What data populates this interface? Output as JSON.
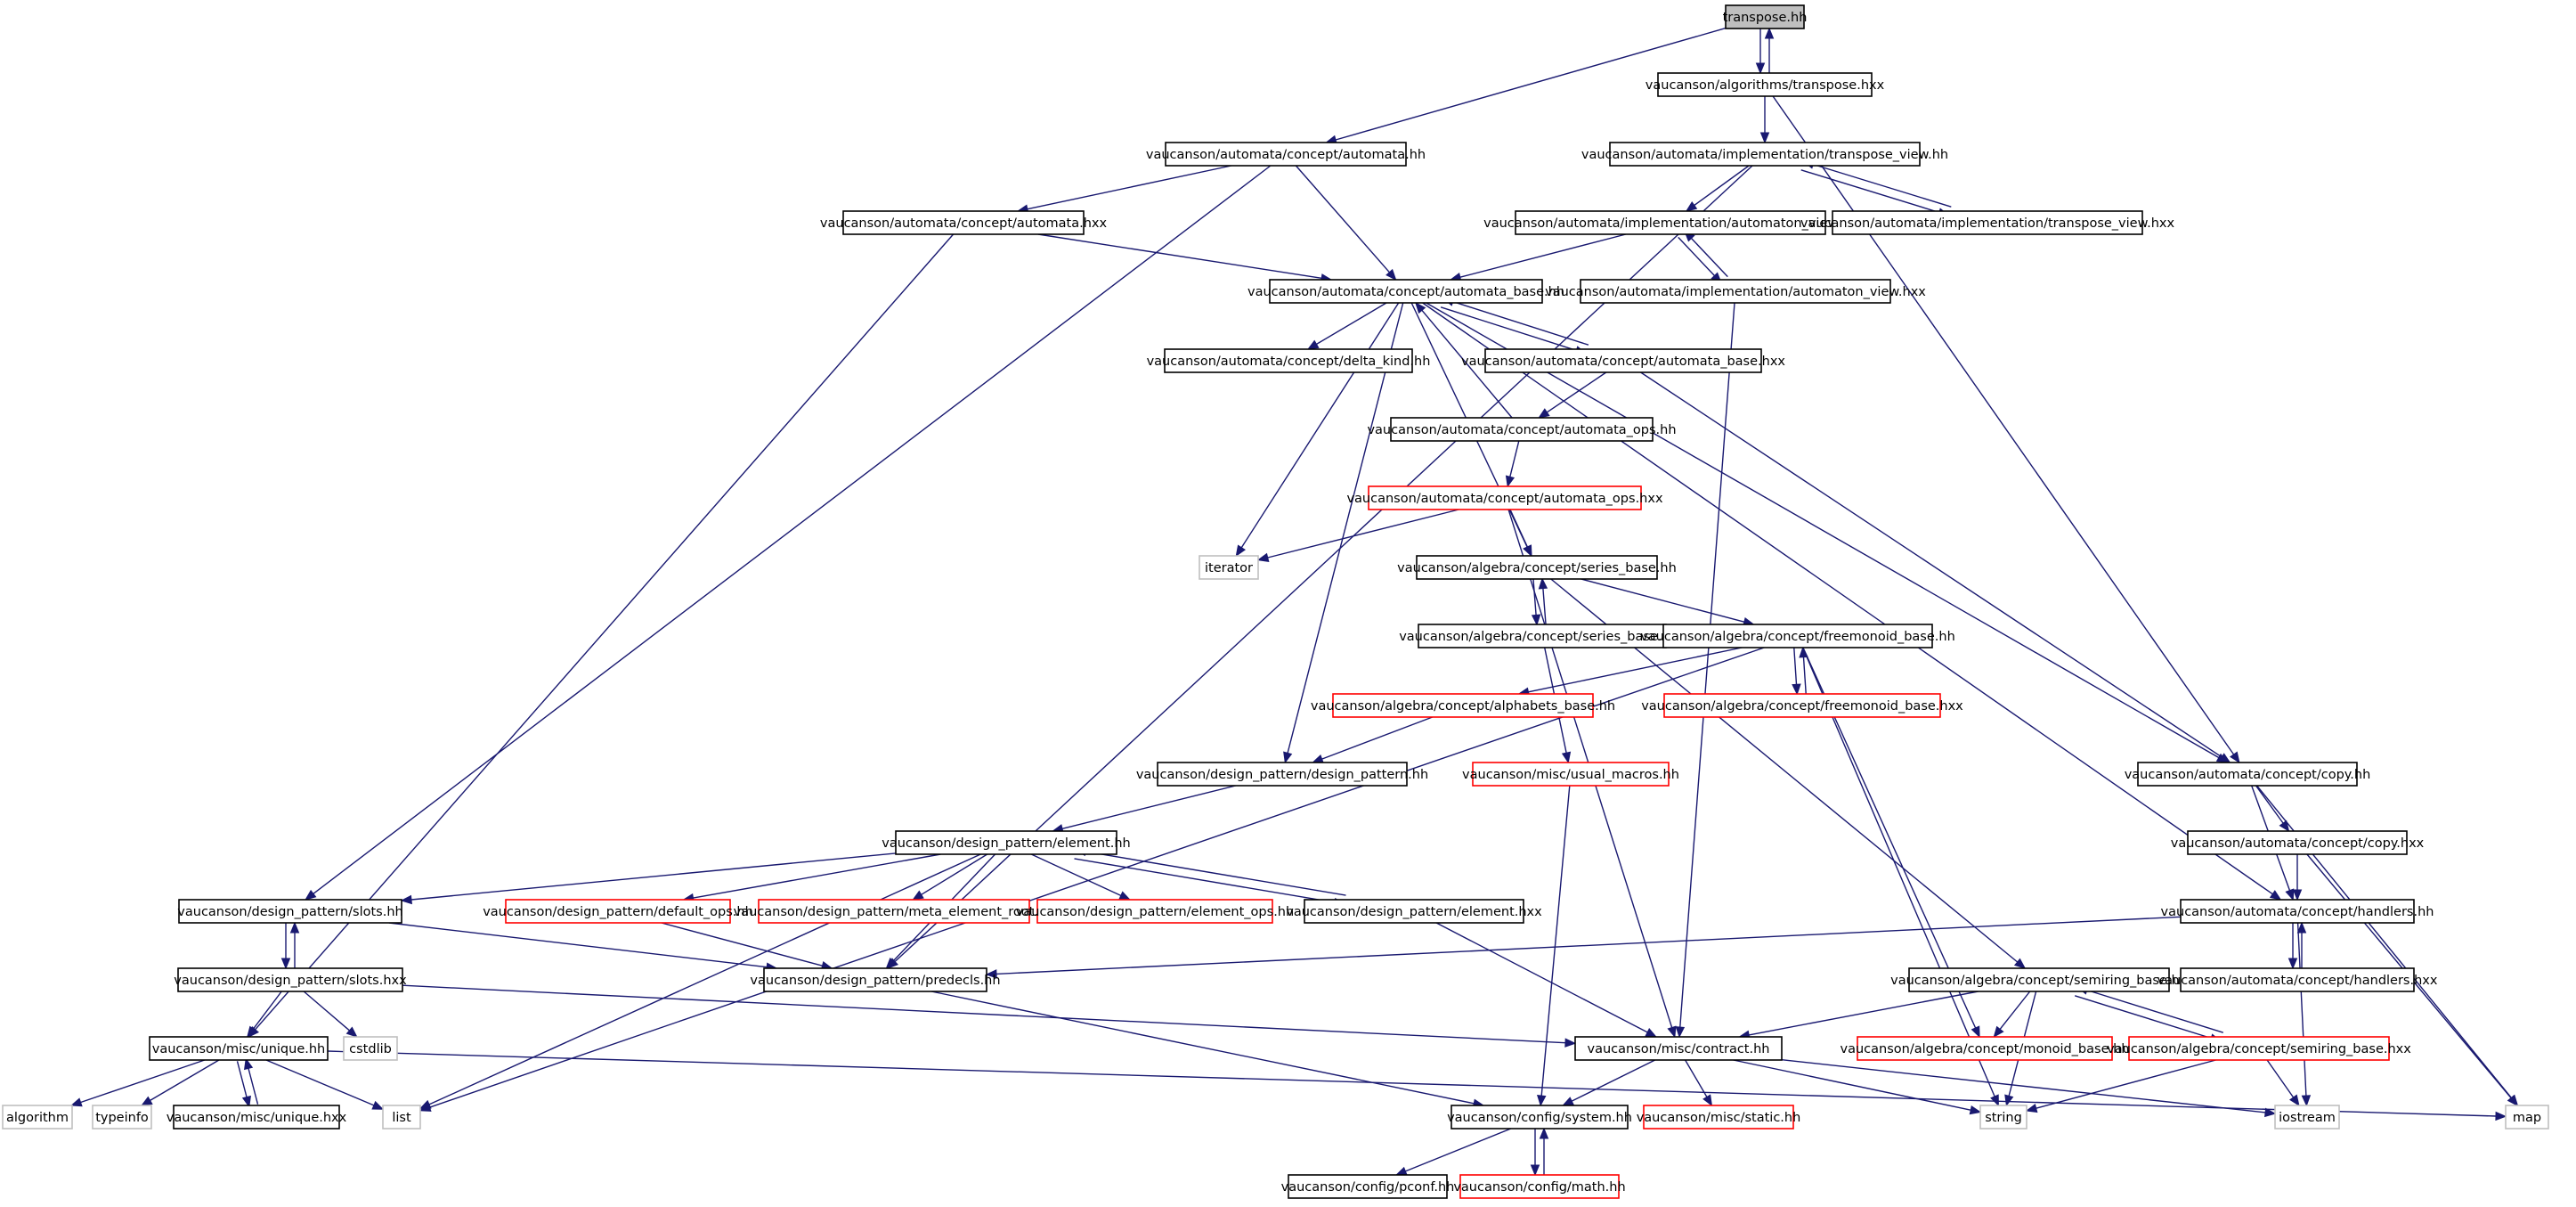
{
  "colors": {
    "edge": "#191970",
    "node_fill": "#ffffff",
    "root_fill": "#bfbfbf",
    "normal_border": "#000000",
    "incomplete_border": "#ff0000",
    "system_border": "#bfbfbf"
  },
  "graph": {
    "nodes": [
      {
        "id": "n0",
        "label": "transpose.hh",
        "kind": "root"
      },
      {
        "id": "n1",
        "label": "vaucanson/algorithms/transpose.hxx",
        "kind": "normal"
      },
      {
        "id": "n2",
        "label": "vaucanson/automata/concept/automata.hh",
        "kind": "normal"
      },
      {
        "id": "n3",
        "label": "vaucanson/automata/implementation/transpose_view.hh",
        "kind": "normal"
      },
      {
        "id": "n4",
        "label": "vaucanson/automata/concept/automata.hxx",
        "kind": "normal"
      },
      {
        "id": "n5",
        "label": "vaucanson/automata/implementation/automaton_view.hh",
        "kind": "normal"
      },
      {
        "id": "n6",
        "label": "vaucanson/automata/implementation/transpose_view.hxx",
        "kind": "normal"
      },
      {
        "id": "n7",
        "label": "vaucanson/automata/concept/automata_base.hh",
        "kind": "normal"
      },
      {
        "id": "n8",
        "label": "vaucanson/automata/implementation/automaton_view.hxx",
        "kind": "normal"
      },
      {
        "id": "n9",
        "label": "vaucanson/automata/concept/delta_kind.hh",
        "kind": "normal"
      },
      {
        "id": "n10",
        "label": "vaucanson/automata/concept/automata_base.hxx",
        "kind": "normal"
      },
      {
        "id": "n11",
        "label": "vaucanson/automata/concept/automata_ops.hh",
        "kind": "normal"
      },
      {
        "id": "n12",
        "label": "vaucanson/automata/concept/automata_ops.hxx",
        "kind": "incomplete"
      },
      {
        "id": "n13",
        "label": "iterator",
        "kind": "system"
      },
      {
        "id": "n14",
        "label": "vaucanson/algebra/concept/series_base.hh",
        "kind": "normal"
      },
      {
        "id": "n15",
        "label": "vaucanson/algebra/concept/series_base.hxx",
        "kind": "normal"
      },
      {
        "id": "n16",
        "label": "vaucanson/algebra/concept/freemonoid_base.hh",
        "kind": "normal"
      },
      {
        "id": "n17",
        "label": "vaucanson/algebra/concept/alphabets_base.hh",
        "kind": "incomplete"
      },
      {
        "id": "n18",
        "label": "vaucanson/algebra/concept/freemonoid_base.hxx",
        "kind": "incomplete"
      },
      {
        "id": "n19",
        "label": "vaucanson/design_pattern/design_pattern.hh",
        "kind": "normal"
      },
      {
        "id": "n20",
        "label": "vaucanson/misc/usual_macros.hh",
        "kind": "incomplete"
      },
      {
        "id": "n21",
        "label": "vaucanson/automata/concept/copy.hh",
        "kind": "normal"
      },
      {
        "id": "n22",
        "label": "vaucanson/design_pattern/element.hh",
        "kind": "normal"
      },
      {
        "id": "n23",
        "label": "vaucanson/automata/concept/copy.hxx",
        "kind": "normal"
      },
      {
        "id": "n24",
        "label": "vaucanson/design_pattern/slots.hh",
        "kind": "normal"
      },
      {
        "id": "n25",
        "label": "vaucanson/design_pattern/default_ops.hh",
        "kind": "incomplete"
      },
      {
        "id": "n26",
        "label": "vaucanson/design_pattern/meta_element_root.hh",
        "kind": "incomplete"
      },
      {
        "id": "n27",
        "label": "vaucanson/design_pattern/element_ops.hh",
        "kind": "incomplete"
      },
      {
        "id": "n28",
        "label": "vaucanson/design_pattern/element.hxx",
        "kind": "normal"
      },
      {
        "id": "n29",
        "label": "vaucanson/automata/concept/handlers.hh",
        "kind": "normal"
      },
      {
        "id": "n30",
        "label": "vaucanson/design_pattern/slots.hxx",
        "kind": "normal"
      },
      {
        "id": "n31",
        "label": "vaucanson/design_pattern/predecls.hh",
        "kind": "normal"
      },
      {
        "id": "n32",
        "label": "vaucanson/algebra/concept/semiring_base.hh",
        "kind": "normal"
      },
      {
        "id": "n33",
        "label": "vaucanson/automata/concept/handlers.hxx",
        "kind": "normal"
      },
      {
        "id": "n34",
        "label": "vaucanson/misc/unique.hh",
        "kind": "normal"
      },
      {
        "id": "n35",
        "label": "cstdlib",
        "kind": "system"
      },
      {
        "id": "n36",
        "label": "vaucanson/misc/contract.hh",
        "kind": "normal"
      },
      {
        "id": "n37",
        "label": "vaucanson/algebra/concept/monoid_base.hh",
        "kind": "incomplete"
      },
      {
        "id": "n38",
        "label": "vaucanson/algebra/concept/semiring_base.hxx",
        "kind": "incomplete"
      },
      {
        "id": "n39",
        "label": "algorithm",
        "kind": "system"
      },
      {
        "id": "n40",
        "label": "typeinfo",
        "kind": "system"
      },
      {
        "id": "n41",
        "label": "vaucanson/misc/unique.hxx",
        "kind": "normal"
      },
      {
        "id": "n42",
        "label": "list",
        "kind": "system"
      },
      {
        "id": "n43",
        "label": "vaucanson/config/system.hh",
        "kind": "normal"
      },
      {
        "id": "n44",
        "label": "vaucanson/misc/static.hh",
        "kind": "incomplete"
      },
      {
        "id": "n45",
        "label": "string",
        "kind": "system"
      },
      {
        "id": "n46",
        "label": "iostream",
        "kind": "system"
      },
      {
        "id": "n47",
        "label": "map",
        "kind": "system"
      },
      {
        "id": "n48",
        "label": "vaucanson/config/pconf.hh",
        "kind": "normal"
      },
      {
        "id": "n49",
        "label": "vaucanson/config/math.hh",
        "kind": "incomplete"
      }
    ],
    "edges": [
      [
        "n0",
        "n1"
      ],
      [
        "n1",
        "n0"
      ],
      [
        "n0",
        "n2"
      ],
      [
        "n1",
        "n3"
      ],
      [
        "n1",
        "n21"
      ],
      [
        "n2",
        "n4"
      ],
      [
        "n2",
        "n7"
      ],
      [
        "n2",
        "n24"
      ],
      [
        "n3",
        "n5"
      ],
      [
        "n3",
        "n6"
      ],
      [
        "n6",
        "n3"
      ],
      [
        "n3",
        "n31"
      ],
      [
        "n4",
        "n7"
      ],
      [
        "n4",
        "n34"
      ],
      [
        "n5",
        "n7"
      ],
      [
        "n5",
        "n8"
      ],
      [
        "n8",
        "n5"
      ],
      [
        "n8",
        "n36"
      ],
      [
        "n7",
        "n9"
      ],
      [
        "n7",
        "n10"
      ],
      [
        "n10",
        "n7"
      ],
      [
        "n7",
        "n13"
      ],
      [
        "n7",
        "n14"
      ],
      [
        "n7",
        "n19"
      ],
      [
        "n7",
        "n21"
      ],
      [
        "n7",
        "n29"
      ],
      [
        "n10",
        "n11"
      ],
      [
        "n10",
        "n21"
      ],
      [
        "n11",
        "n7"
      ],
      [
        "n11",
        "n12"
      ],
      [
        "n12",
        "n13"
      ],
      [
        "n12",
        "n14"
      ],
      [
        "n12",
        "n36"
      ],
      [
        "n14",
        "n15"
      ],
      [
        "n15",
        "n14"
      ],
      [
        "n14",
        "n16"
      ],
      [
        "n14",
        "n32"
      ],
      [
        "n15",
        "n20"
      ],
      [
        "n16",
        "n17"
      ],
      [
        "n16",
        "n18"
      ],
      [
        "n18",
        "n16"
      ],
      [
        "n16",
        "n42"
      ],
      [
        "n16",
        "n37"
      ],
      [
        "n16",
        "n45"
      ],
      [
        "n17",
        "n19"
      ],
      [
        "n19",
        "n22"
      ],
      [
        "n20",
        "n43"
      ],
      [
        "n21",
        "n23"
      ],
      [
        "n21",
        "n29"
      ],
      [
        "n21",
        "n47"
      ],
      [
        "n22",
        "n24"
      ],
      [
        "n22",
        "n25"
      ],
      [
        "n22",
        "n26"
      ],
      [
        "n22",
        "n27"
      ],
      [
        "n22",
        "n28"
      ],
      [
        "n28",
        "n22"
      ],
      [
        "n22",
        "n31"
      ],
      [
        "n22",
        "n42"
      ],
      [
        "n23",
        "n29"
      ],
      [
        "n23",
        "n47"
      ],
      [
        "n24",
        "n30"
      ],
      [
        "n30",
        "n24"
      ],
      [
        "n24",
        "n31"
      ],
      [
        "n25",
        "n31"
      ],
      [
        "n28",
        "n36"
      ],
      [
        "n29",
        "n31"
      ],
      [
        "n29",
        "n33"
      ],
      [
        "n33",
        "n29"
      ],
      [
        "n29",
        "n46"
      ],
      [
        "n30",
        "n34"
      ],
      [
        "n30",
        "n35"
      ],
      [
        "n30",
        "n36"
      ],
      [
        "n31",
        "n43"
      ],
      [
        "n32",
        "n36"
      ],
      [
        "n32",
        "n37"
      ],
      [
        "n32",
        "n38"
      ],
      [
        "n38",
        "n32"
      ],
      [
        "n32",
        "n45"
      ],
      [
        "n34",
        "n39"
      ],
      [
        "n34",
        "n40"
      ],
      [
        "n34",
        "n41"
      ],
      [
        "n41",
        "n34"
      ],
      [
        "n34",
        "n42"
      ],
      [
        "n34",
        "n47"
      ],
      [
        "n36",
        "n43"
      ],
      [
        "n36",
        "n44"
      ],
      [
        "n36",
        "n45"
      ],
      [
        "n36",
        "n46"
      ],
      [
        "n38",
        "n45"
      ],
      [
        "n38",
        "n46"
      ],
      [
        "n43",
        "n48"
      ],
      [
        "n43",
        "n49"
      ],
      [
        "n49",
        "n43"
      ]
    ]
  }
}
